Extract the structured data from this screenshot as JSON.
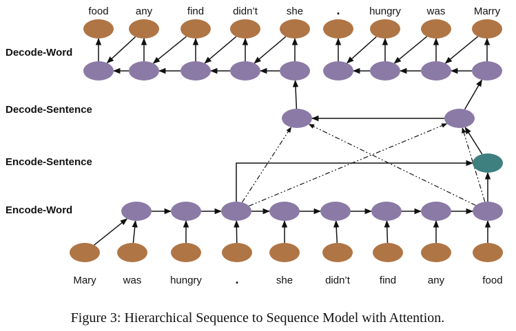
{
  "row_labels": {
    "decode_word": "Decode-Word",
    "decode_sentence": "Decode-Sentence",
    "encode_sentence": "Encode-Sentence",
    "encode_word": "Encode-Word"
  },
  "top_words": [
    "food",
    "any",
    "find",
    "didn’t",
    "she",
    ".",
    "hungry",
    "was",
    "Marry"
  ],
  "bottom_words": [
    "Mary",
    "was",
    "hungry",
    ".",
    "she",
    "didn’t",
    "find",
    "any",
    "food"
  ],
  "caption": "Figure 3: Hierarchical Sequence to Sequence Model with Attention.",
  "colors": {
    "word_node": "#b07545",
    "hidden_node": "#8b7aa6",
    "sentence_node": "#3e8080"
  }
}
